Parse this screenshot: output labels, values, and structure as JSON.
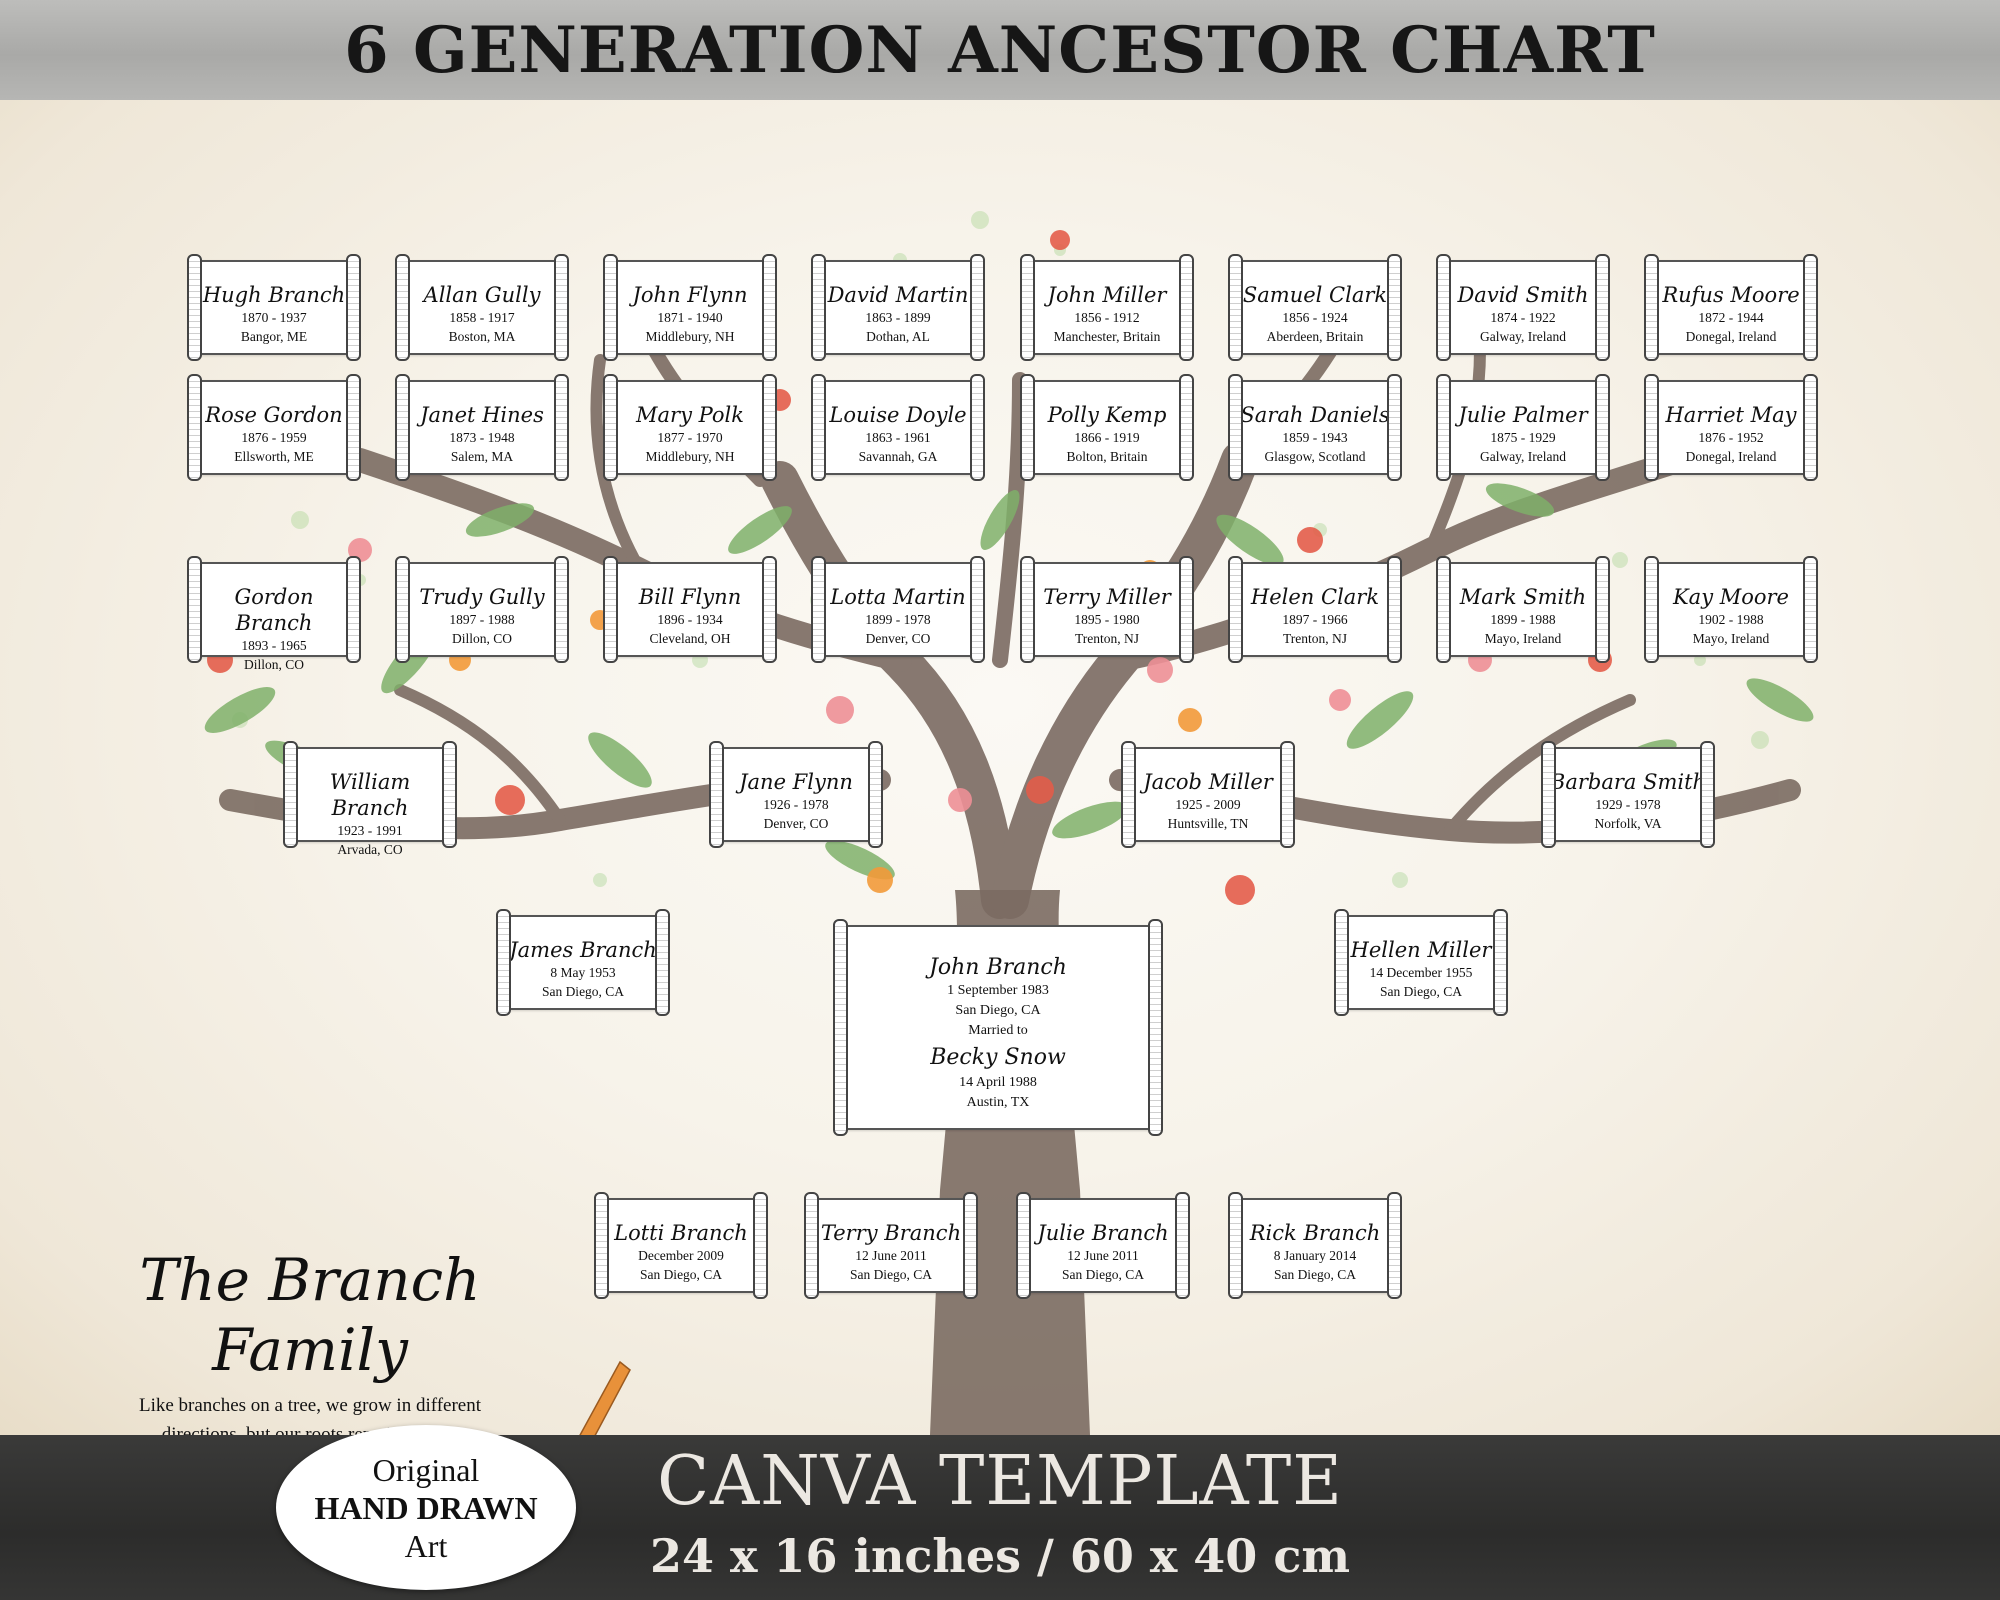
{
  "header": {
    "title": "6 GENERATION ANCESTOR CHART"
  },
  "colors": {
    "header_band": "#b0b0ae",
    "footer_band": "#2f2f2e",
    "trunk": "#7b6b62",
    "leaf": "#7fb06a",
    "flower_red": "#e35d4a",
    "flower_pink": "#ee8f96",
    "flower_orange": "#f29a3a"
  },
  "family": {
    "title": "The Branch Family",
    "quote_line1": "Like branches on a tree, we grow in different",
    "quote_line2": "directions, but our roots remain as one."
  },
  "footer": {
    "template_label": "CANVA TEMPLATE",
    "size_label": "24 x 16 inches / 60 x 40 cm",
    "badge_line1": "Original",
    "badge_line2": "HAND DRAWN",
    "badge_line3": "Art"
  },
  "generation6": [
    {
      "name": "Hugh Branch",
      "dates": "1870 - 1937",
      "place": "Bangor, ME"
    },
    {
      "name": "Allan Gully",
      "dates": "1858 - 1917",
      "place": "Boston, MA"
    },
    {
      "name": "John Flynn",
      "dates": "1871 - 1940",
      "place": "Middlebury, NH"
    },
    {
      "name": "David Martin",
      "dates": "1863 - 1899",
      "place": "Dothan, AL"
    },
    {
      "name": "John Miller",
      "dates": "1856 - 1912",
      "place": "Manchester, Britain"
    },
    {
      "name": "Samuel Clark",
      "dates": "1856 - 1924",
      "place": "Aberdeen, Britain"
    },
    {
      "name": "David Smith",
      "dates": "1874 - 1922",
      "place": "Galway, Ireland"
    },
    {
      "name": "Rufus Moore",
      "dates": "1872 - 1944",
      "place": "Donegal, Ireland"
    },
    {
      "name": "Rose Gordon",
      "dates": "1876 - 1959",
      "place": "Ellsworth, ME"
    },
    {
      "name": "Janet Hines",
      "dates": "1873 - 1948",
      "place": "Salem, MA"
    },
    {
      "name": "Mary Polk",
      "dates": "1877 - 1970",
      "place": "Middlebury, NH"
    },
    {
      "name": "Louise Doyle",
      "dates": "1863 - 1961",
      "place": "Savannah, GA"
    },
    {
      "name": "Polly Kemp",
      "dates": "1866 - 1919",
      "place": "Bolton, Britain"
    },
    {
      "name": "Sarah Daniels",
      "dates": "1859 - 1943",
      "place": "Glasgow, Scotland"
    },
    {
      "name": "Julie Palmer",
      "dates": "1875 - 1929",
      "place": "Galway, Ireland"
    },
    {
      "name": "Harriet May",
      "dates": "1876 - 1952",
      "place": "Donegal, Ireland"
    }
  ],
  "generation5": [
    {
      "name": "Gordon Branch",
      "dates": "1893 - 1965",
      "place": "Dillon, CO"
    },
    {
      "name": "Trudy Gully",
      "dates": "1897 - 1988",
      "place": "Dillon, CO"
    },
    {
      "name": "Bill Flynn",
      "dates": "1896 - 1934",
      "place": "Cleveland, OH"
    },
    {
      "name": "Lotta Martin",
      "dates": "1899 - 1978",
      "place": "Denver, CO"
    },
    {
      "name": "Terry Miller",
      "dates": "1895 - 1980",
      "place": "Trenton, NJ"
    },
    {
      "name": "Helen Clark",
      "dates": "1897 - 1966",
      "place": "Trenton, NJ"
    },
    {
      "name": "Mark Smith",
      "dates": "1899 - 1988",
      "place": "Mayo, Ireland"
    },
    {
      "name": "Kay Moore",
      "dates": "1902 - 1988",
      "place": "Mayo, Ireland"
    }
  ],
  "generation4": [
    {
      "name": "William Branch",
      "dates": "1923 - 1991",
      "place": "Arvada, CO"
    },
    {
      "name": "Jane Flynn",
      "dates": "1926 - 1978",
      "place": "Denver, CO"
    },
    {
      "name": "Jacob Miller",
      "dates": "1925 - 2009",
      "place": "Huntsville, TN"
    },
    {
      "name": "Barbara Smith",
      "dates": "1929 - 1978",
      "place": "Norfolk, VA"
    }
  ],
  "generation3": [
    {
      "name": "James Branch",
      "dates": "8 May 1953",
      "place": "San Diego, CA"
    },
    {
      "name": "Hellen Miller",
      "dates": "14 December 1955",
      "place": "San Diego, CA"
    }
  ],
  "couple": {
    "name": "John Branch",
    "dates": "1 September 1983",
    "place": "San Diego, CA",
    "married": "Married to",
    "spouse": "Becky Snow",
    "spouse_dates": "14 April 1988",
    "spouse_place": "Austin, TX"
  },
  "children": [
    {
      "name": "Lotti Branch",
      "dates": "December 2009",
      "place": "San Diego, CA"
    },
    {
      "name": "Terry Branch",
      "dates": "12 June 2011",
      "place": "San Diego, CA"
    },
    {
      "name": "Julie Branch",
      "dates": "12 June 2011",
      "place": "San Diego, CA"
    },
    {
      "name": "Rick Branch",
      "dates": "8 January 2014",
      "place": "San Diego, CA"
    }
  ]
}
